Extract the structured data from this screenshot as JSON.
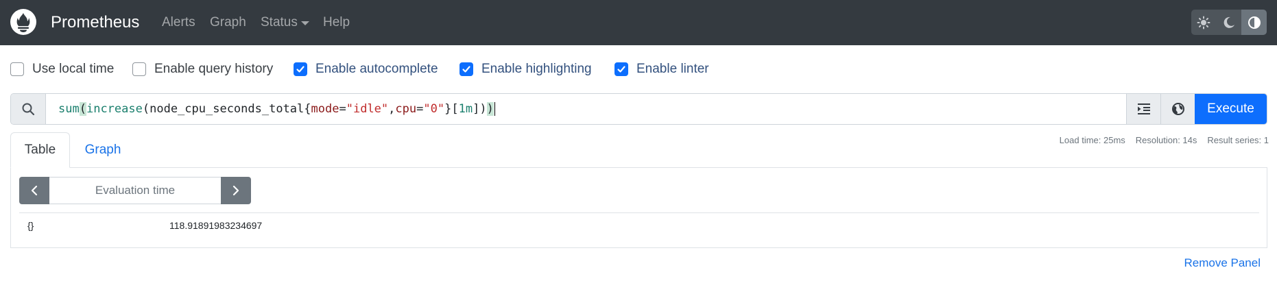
{
  "navbar": {
    "brand": "Prometheus",
    "links": [
      "Alerts",
      "Graph",
      "Status",
      "Help"
    ],
    "logo_icon": "prometheus-flame-logo",
    "theme_buttons": [
      "sun-icon",
      "moon-icon",
      "contrast-icon"
    ]
  },
  "options": [
    {
      "label": "Use local time",
      "checked": false
    },
    {
      "label": "Enable query history",
      "checked": false
    },
    {
      "label": "Enable autocomplete",
      "checked": true
    },
    {
      "label": "Enable highlighting",
      "checked": true
    },
    {
      "label": "Enable linter",
      "checked": true
    }
  ],
  "query": {
    "expression": "sum(increase(node_cpu_seconds_total{mode=\"idle\",cpu=\"0\"}[1m]))",
    "tokens": {
      "sum": "sum",
      "open1": "(",
      "increase": "increase",
      "open2": "(",
      "metric": "node_cpu_seconds_total",
      "brace_open": "{",
      "label1": "mode",
      "eq1": "=",
      "val1": "\"idle\"",
      "comma": ",",
      "label2": "cpu",
      "eq2": "=",
      "val2": "\"0\"",
      "brace_close": "}",
      "range_open": "[",
      "range": "1m",
      "range_close": "]",
      "close2": ")",
      "close1": ")"
    },
    "execute_label": "Execute"
  },
  "stats": {
    "load_time": "Load time: 25ms",
    "resolution": "Resolution: 14s",
    "result_series": "Result series: 1"
  },
  "tabs": {
    "table": "Table",
    "graph": "Graph"
  },
  "evaluation": {
    "placeholder": "Evaluation time"
  },
  "results": [
    {
      "labels": "{}",
      "value": "118.91891983234697"
    }
  ],
  "remove_panel": "Remove Panel",
  "colors": {
    "navbar_bg": "#343a40",
    "accent": "#0d6efd",
    "link": "#1a73e8"
  }
}
